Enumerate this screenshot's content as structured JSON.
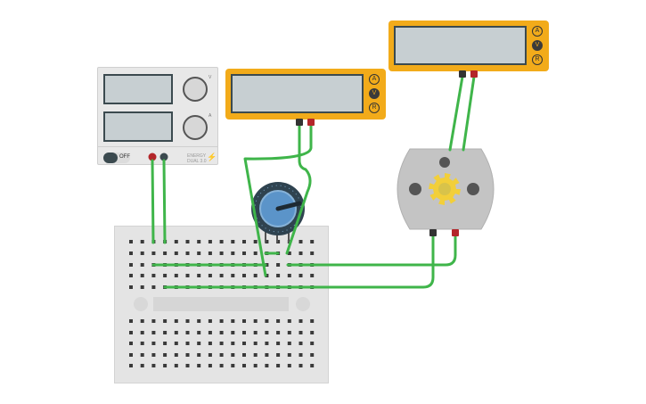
{
  "power_supply": {
    "switch_label": "OFF",
    "voltage_dial_label": "V",
    "current_dial_label": "A",
    "brand_text": "ENERGY\nDUAL 3.0",
    "bolt_glyph": "⚡"
  },
  "multimeters": [
    {
      "buttons": [
        {
          "label": "A",
          "active": false
        },
        {
          "label": "V",
          "active": true
        },
        {
          "label": "R",
          "active": false
        }
      ]
    },
    {
      "buttons": [
        {
          "label": "A",
          "active": false
        },
        {
          "label": "V",
          "active": true
        },
        {
          "label": "R",
          "active": false
        }
      ]
    }
  ],
  "colors": {
    "wire": "#3fb54a",
    "meter_body": "#f2ab1a",
    "lcd": "#c7cfd2",
    "lcd_border": "#3b4a4f",
    "probe_red": "#b3262a",
    "probe_black": "#333333",
    "pot_knob": "#5b94c9",
    "motor_body": "#c4c4c4",
    "motor_gear": "#f2cf3a"
  },
  "icons": {
    "power_switch": "toggle-switch-icon",
    "bolt": "lightning-bolt-icon",
    "motor_gear": "gear-icon",
    "pot_knob": "dial-icon"
  }
}
